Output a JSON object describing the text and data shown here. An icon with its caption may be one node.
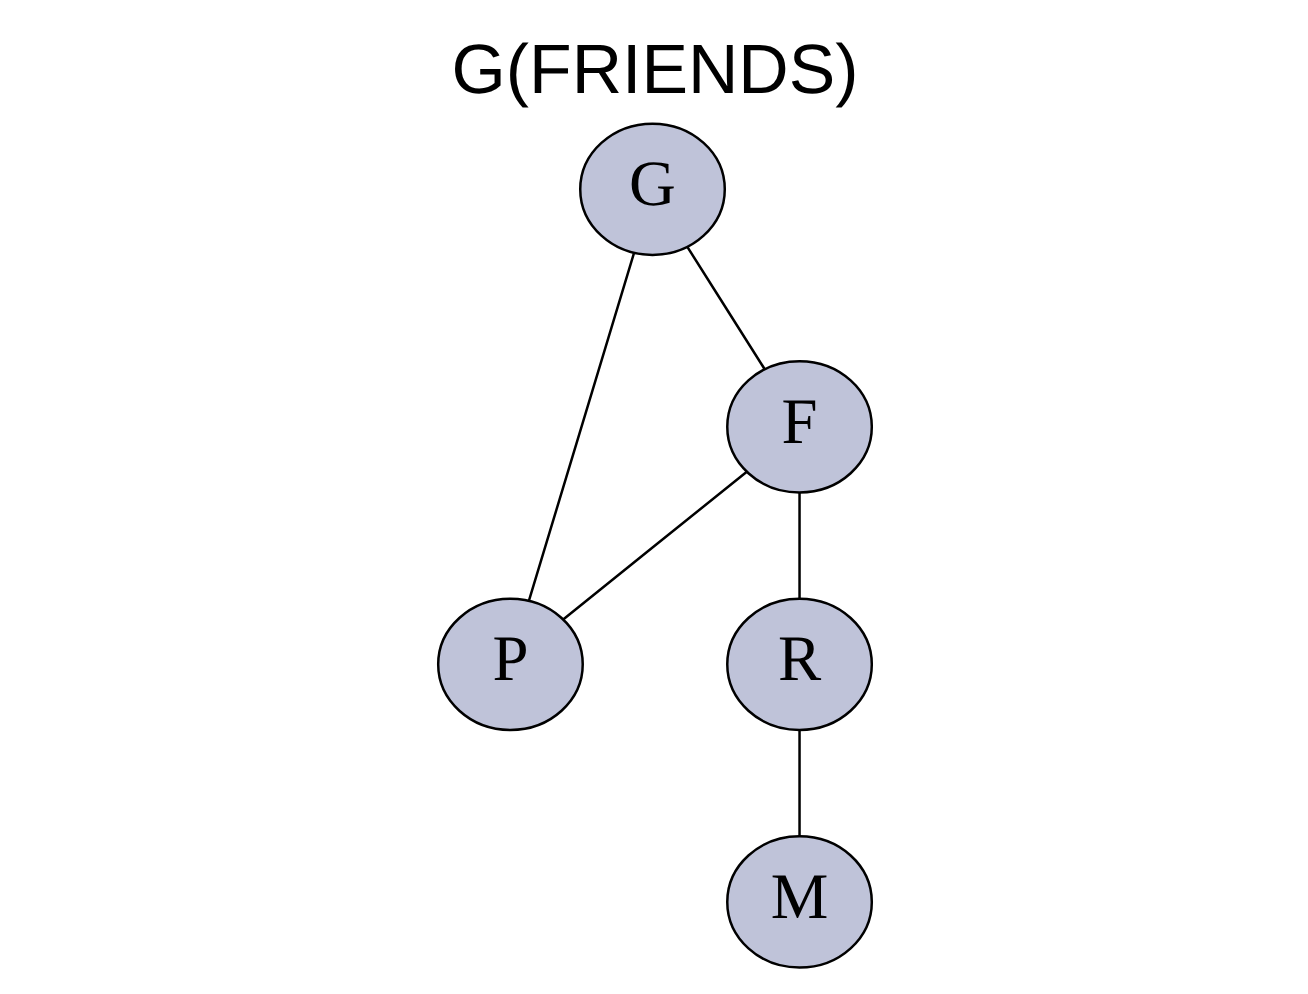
{
  "diagram": {
    "title": "G(FRIENDS)",
    "nodes": [
      {
        "text": [
          "G"
        ]
      },
      {
        "text": [
          "F"
        ]
      },
      {
        "text": [
          "P"
        ]
      },
      {
        "text": [
          "R"
        ]
      },
      {
        "text": [
          "M"
        ]
      }
    ],
    "edges": [
      {
        "from": 0,
        "to": 1,
        "arrow": "none"
      },
      {
        "from": 0,
        "to": 2,
        "arrow": "none"
      },
      {
        "from": 1,
        "to": 2,
        "arrow": "none"
      },
      {
        "from": 1,
        "to": 3,
        "arrow": "none"
      },
      {
        "from": 3,
        "to": 4,
        "arrow": "none"
      }
    ]
  }
}
